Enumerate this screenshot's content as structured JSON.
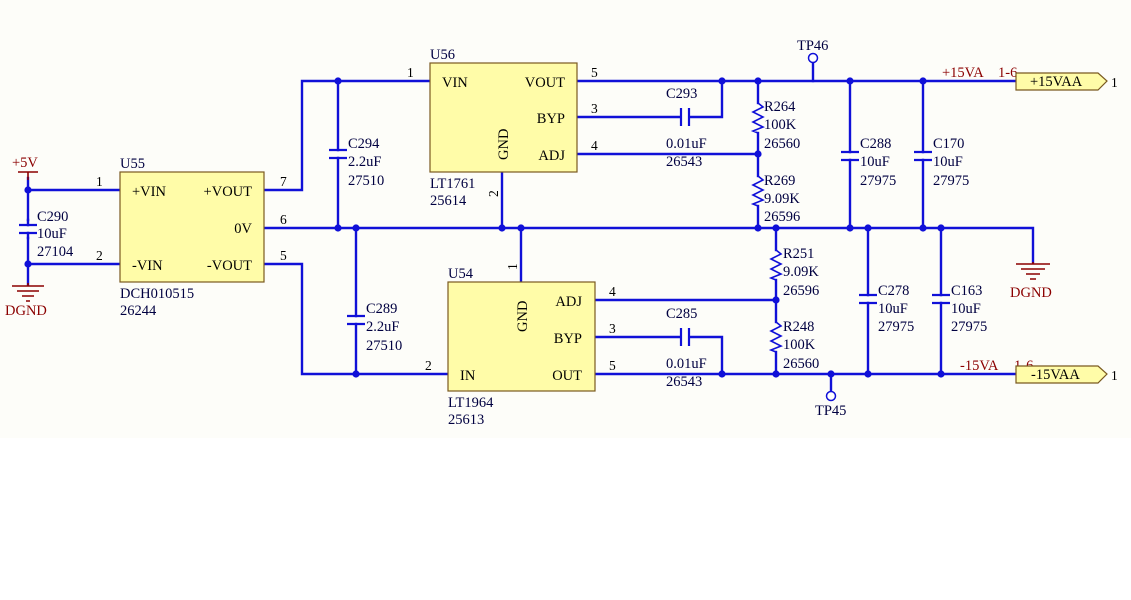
{
  "components": {
    "u55": {
      "designator": "U55",
      "part": "DCH010515",
      "number": "26244",
      "pins": {
        "vin_p": "+VIN",
        "vin_n": "-VIN",
        "vout_p": "+VOUT",
        "zero": "0V",
        "vout_n": "-VOUT"
      },
      "pin_numbers": {
        "p1": "1",
        "p2": "2",
        "p5": "5",
        "p6": "6",
        "p7": "7"
      }
    },
    "u56": {
      "designator": "U56",
      "part": "LT1761",
      "number": "25614",
      "pins": {
        "vin": "VIN",
        "vout": "VOUT",
        "byp": "BYP",
        "adj": "ADJ",
        "gnd": "GND"
      },
      "pin_numbers": {
        "p1": "1",
        "p2": "2",
        "p3": "3",
        "p4": "4",
        "p5": "5"
      }
    },
    "u54": {
      "designator": "U54",
      "part": "LT1964",
      "number": "25613",
      "pins": {
        "in": "IN",
        "out": "OUT",
        "byp": "BYP",
        "adj": "ADJ",
        "gnd": "GND"
      },
      "pin_numbers": {
        "p1": "1",
        "p2": "2",
        "p3": "3",
        "p4": "4",
        "p5": "5"
      }
    },
    "c290": {
      "designator": "C290",
      "value": "10uF",
      "number": "27104"
    },
    "c294": {
      "designator": "C294",
      "value": "2.2uF",
      "number": "27510"
    },
    "c289": {
      "designator": "C289",
      "value": "2.2uF",
      "number": "27510"
    },
    "c293": {
      "designator": "C293",
      "value": "0.01uF",
      "number": "26543"
    },
    "c285": {
      "designator": "C285",
      "value": "0.01uF",
      "number": "26543"
    },
    "r264": {
      "designator": "R264",
      "value": "100K",
      "number": "26560"
    },
    "r269": {
      "designator": "R269",
      "value": "9.09K",
      "number": "26596"
    },
    "r251": {
      "designator": "R251",
      "value": "9.09K",
      "number": "26596"
    },
    "r248": {
      "designator": "R248",
      "value": "100K",
      "number": "26560"
    },
    "c288": {
      "designator": "C288",
      "value": "10uF",
      "number": "27975"
    },
    "c170": {
      "designator": "C170",
      "value": "10uF",
      "number": "27975"
    },
    "c278": {
      "designator": "C278",
      "value": "10uF",
      "number": "27975"
    },
    "c163": {
      "designator": "C163",
      "value": "10uF",
      "number": "27975"
    }
  },
  "test_points": {
    "tp46": "TP46",
    "tp45": "TP45"
  },
  "nets": {
    "p5v": "+5V",
    "dgnd_left": "DGND",
    "dgnd_right": "DGND",
    "p15va": "+15VA",
    "p15va_ref": "1-6",
    "n15va": "-15VA",
    "n15va_ref": "1-6"
  },
  "ports": {
    "p15vaa": {
      "label": "+15VAA",
      "pin": "1"
    },
    "n15vaa": {
      "label": "-15VAA",
      "pin": "1"
    }
  },
  "colors": {
    "wire": "#1010d8",
    "chip_fill": "#fffca8",
    "chip_border": "#7a5a20",
    "net_label": "#8b0000",
    "text": "#000040"
  }
}
